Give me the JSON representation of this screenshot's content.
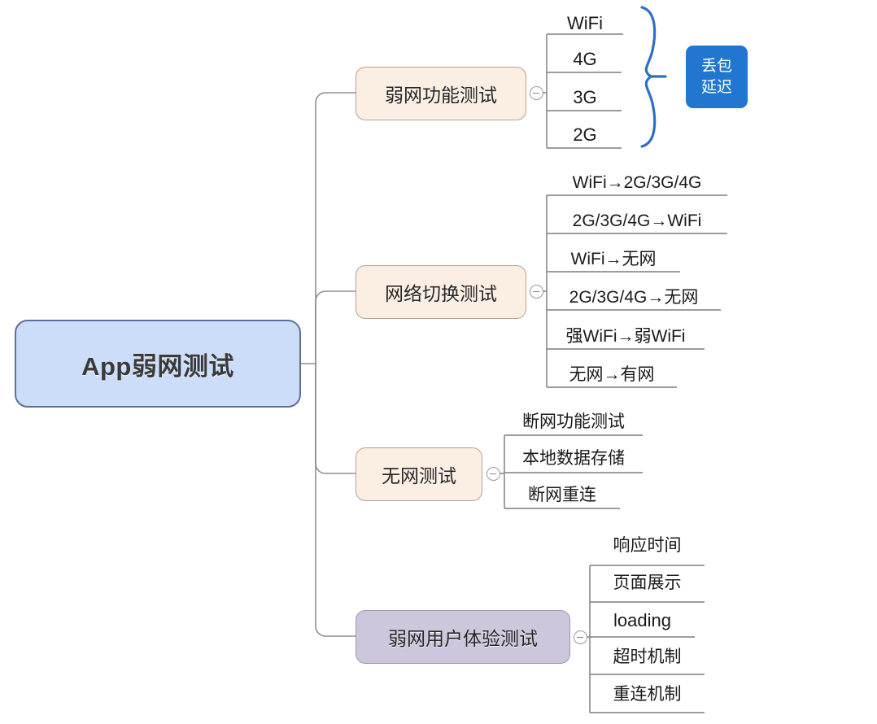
{
  "diagram": {
    "type": "mindmap",
    "title": "App弱网测试",
    "orientation": "left-to-right"
  },
  "root": {
    "label": "App弱网测试",
    "color": "#ccddf9",
    "border_color": "#5d6f9d"
  },
  "branches": [
    {
      "label": "弱网功能测试",
      "color": "#fbeee3",
      "toggle": "collapse-minus",
      "children": [
        {
          "label": "WiFi"
        },
        {
          "label": "4G"
        },
        {
          "label": "3G"
        },
        {
          "label": "2G"
        }
      ]
    },
    {
      "label": "网络切换测试",
      "color": "#fbeee3",
      "toggle": "collapse-minus",
      "children": [
        {
          "label": "WiFi→2G/3G/4G"
        },
        {
          "label": "2G/3G/4G→WiFi"
        },
        {
          "label": "WiFi→无网"
        },
        {
          "label": "2G/3G/4G→无网"
        },
        {
          "label": "强WiFi→弱WiFi"
        },
        {
          "label": "无网→有网"
        }
      ]
    },
    {
      "label": "无网测试",
      "color": "#fbeee3",
      "toggle": "collapse-minus",
      "children": [
        {
          "label": "断网功能测试"
        },
        {
          "label": "本地数据存储"
        },
        {
          "label": "断网重连"
        }
      ]
    },
    {
      "label": "弱网用户体验测试",
      "color": "#cec6dc",
      "toggle": "collapse-minus",
      "children": [
        {
          "label": "响应时间"
        },
        {
          "label": "页面展示"
        },
        {
          "label": "loading"
        },
        {
          "label": "超时机制"
        },
        {
          "label": "重连机制"
        }
      ]
    }
  ],
  "callout": {
    "lines": [
      "丢包",
      "延迟"
    ],
    "line1": "丢包",
    "line2": "延迟",
    "color": "#2176cf",
    "brace_color": "#2f6fc4",
    "attached_to": "弱网功能测试"
  }
}
